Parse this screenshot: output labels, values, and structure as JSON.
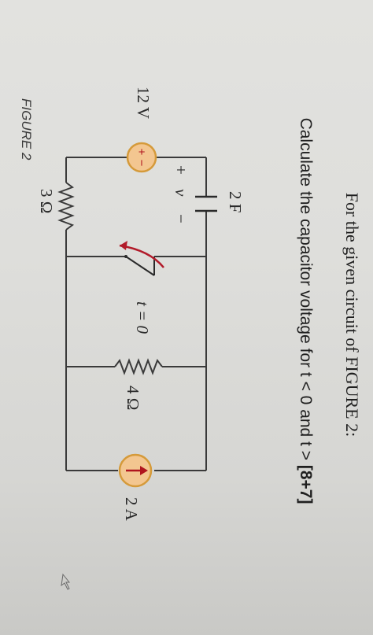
{
  "question": {
    "line1": "For the given circuit of FIGURE 2:",
    "line2_main": "Calculate the capacitor voltage for t < 0 and t > ",
    "line2_marks": "[8+7]"
  },
  "figure": {
    "caption": "FIGURE 2",
    "voltage_source": {
      "value": "12 V",
      "plus": "+",
      "minus": "−"
    },
    "resistor_left": {
      "value": "3 Ω"
    },
    "capacitor": {
      "value": "2 F",
      "plus": "+",
      "v": "v",
      "minus": "−"
    },
    "switch": {
      "label": "t = 0"
    },
    "resistor_middle": {
      "value": "4 Ω"
    },
    "current_source": {
      "value": "2 A"
    }
  },
  "colors": {
    "source_fill": "#f3c690",
    "source_ring": "#d59a3a",
    "arrow_red": "#b0141e",
    "resistor_green": "#2f6b2f",
    "switch_arrow": "#b21b2a"
  }
}
